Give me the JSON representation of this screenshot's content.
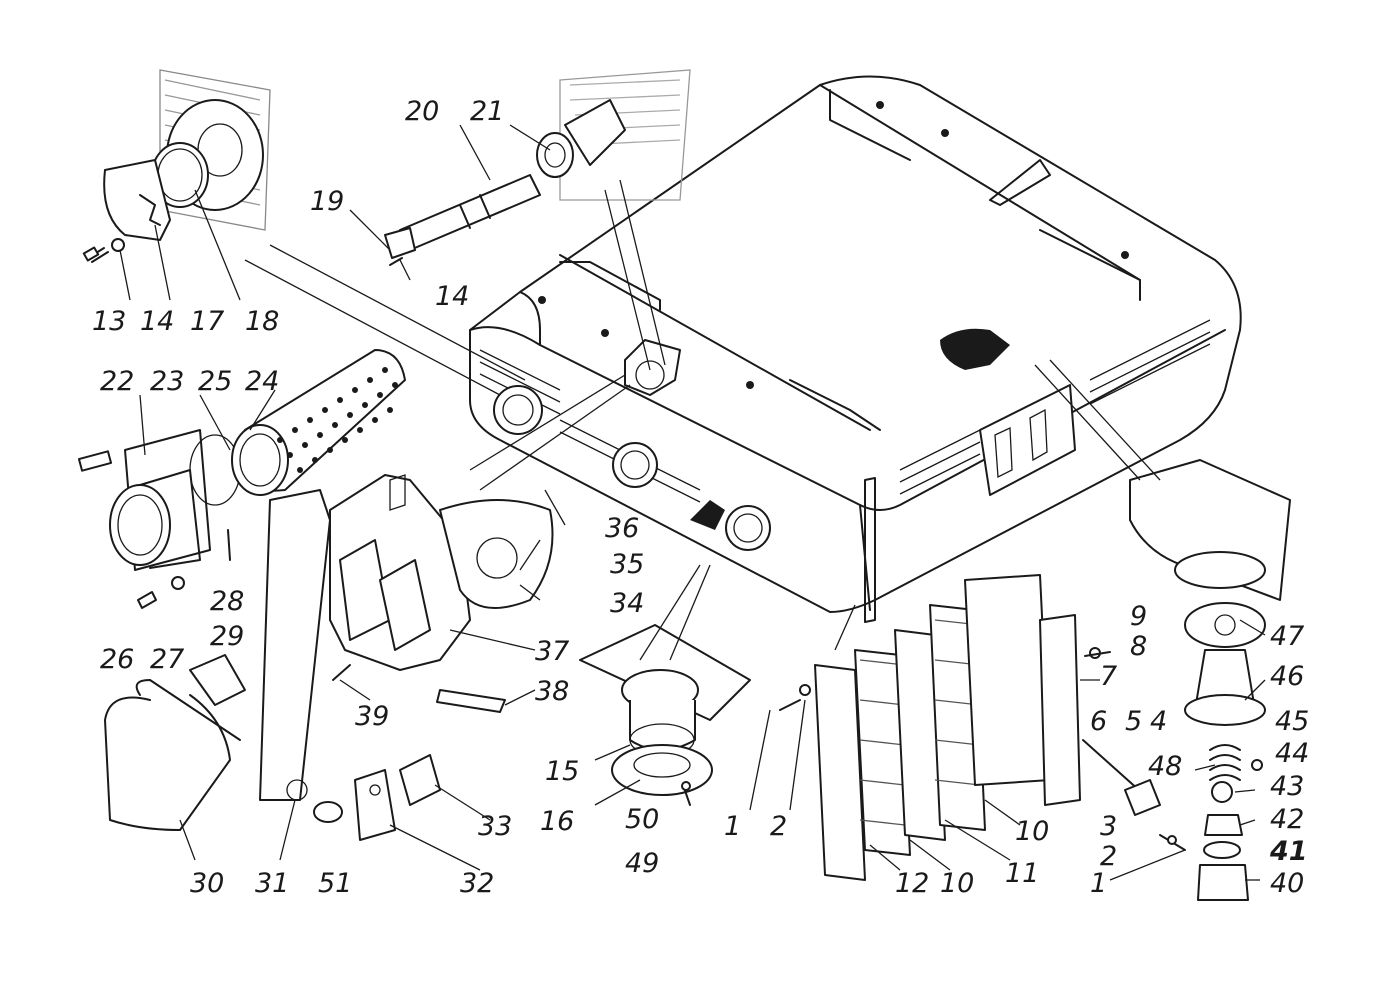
{
  "diagram": {
    "callouts": [
      {
        "id": "c13",
        "text": "13"
      },
      {
        "id": "c14a",
        "text": "14"
      },
      {
        "id": "c17",
        "text": "17"
      },
      {
        "id": "c18",
        "text": "18"
      },
      {
        "id": "c19",
        "text": "19"
      },
      {
        "id": "c14b",
        "text": "14"
      },
      {
        "id": "c20",
        "text": "20"
      },
      {
        "id": "c21",
        "text": "21"
      },
      {
        "id": "c22",
        "text": "22"
      },
      {
        "id": "c23",
        "text": "23"
      },
      {
        "id": "c25",
        "text": "25"
      },
      {
        "id": "c24",
        "text": "24"
      },
      {
        "id": "c28",
        "text": "28"
      },
      {
        "id": "c26",
        "text": "26"
      },
      {
        "id": "c27",
        "text": "27"
      },
      {
        "id": "c29",
        "text": "29"
      },
      {
        "id": "c36",
        "text": "36"
      },
      {
        "id": "c35",
        "text": "35"
      },
      {
        "id": "c34",
        "text": "34"
      },
      {
        "id": "c37",
        "text": "37"
      },
      {
        "id": "c38",
        "text": "38"
      },
      {
        "id": "c39",
        "text": "39"
      },
      {
        "id": "c30",
        "text": "30"
      },
      {
        "id": "c31",
        "text": "31"
      },
      {
        "id": "c51",
        "text": "51"
      },
      {
        "id": "c32",
        "text": "32"
      },
      {
        "id": "c33",
        "text": "33"
      },
      {
        "id": "c15",
        "text": "15"
      },
      {
        "id": "c16",
        "text": "16"
      },
      {
        "id": "c50",
        "text": "50"
      },
      {
        "id": "c49",
        "text": "49"
      },
      {
        "id": "c1a",
        "text": "1"
      },
      {
        "id": "c2a",
        "text": "2"
      },
      {
        "id": "c12",
        "text": "12"
      },
      {
        "id": "c10a",
        "text": "10"
      },
      {
        "id": "c11",
        "text": "11"
      },
      {
        "id": "c10b",
        "text": "10"
      },
      {
        "id": "c9",
        "text": "9"
      },
      {
        "id": "c8",
        "text": "8"
      },
      {
        "id": "c7",
        "text": "7"
      },
      {
        "id": "c6",
        "text": "6"
      },
      {
        "id": "c5",
        "text": "5"
      },
      {
        "id": "c4",
        "text": "4"
      },
      {
        "id": "c3",
        "text": "3"
      },
      {
        "id": "c2b",
        "text": "2"
      },
      {
        "id": "c1b",
        "text": "1"
      },
      {
        "id": "c47",
        "text": "47"
      },
      {
        "id": "c46",
        "text": "46"
      },
      {
        "id": "c45",
        "text": "45"
      },
      {
        "id": "c44",
        "text": "44"
      },
      {
        "id": "c48",
        "text": "48"
      },
      {
        "id": "c43",
        "text": "43"
      },
      {
        "id": "c42",
        "text": "42"
      },
      {
        "id": "c41",
        "text": "41"
      },
      {
        "id": "c40",
        "text": "40"
      }
    ]
  }
}
